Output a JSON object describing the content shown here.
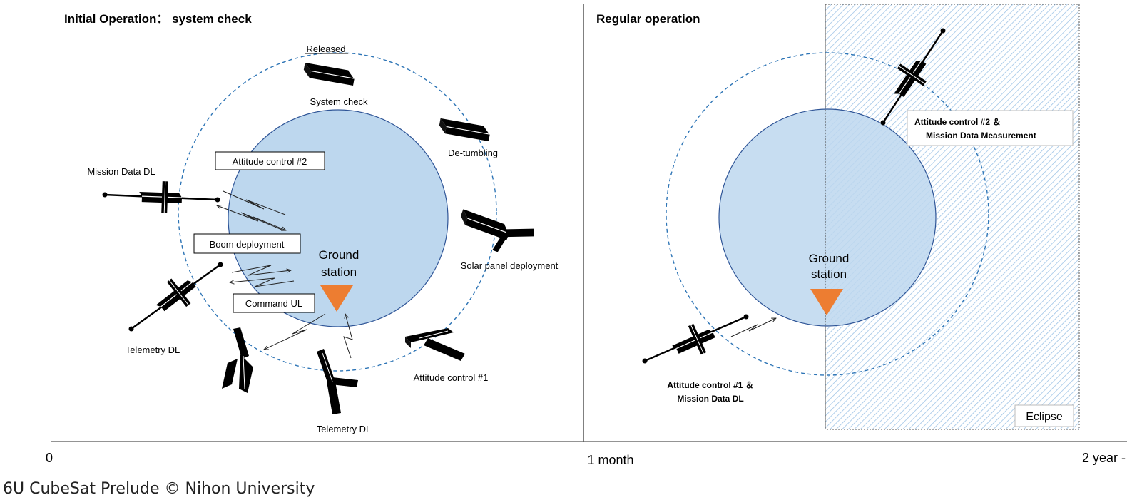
{
  "left_panel": {
    "title": "Initial Operation：  system check",
    "released": "Released",
    "ground_station": [
      "Ground",
      "station"
    ],
    "stages": [
      "System check",
      "De-tumbling",
      "Solar panel deployment",
      "Attitude control #1",
      "Telemetry DL",
      "Telemetry DL",
      "Mission Data DL"
    ],
    "boxes": [
      "Attitude control #2",
      "Boom deployment",
      "Command UL"
    ]
  },
  "right_panel": {
    "title": "Regular operation",
    "ground_station": [
      "Ground",
      "station"
    ],
    "label_top": [
      "Attitude control #2 ＆",
      "Mission Data Measurement"
    ],
    "label_bottom": [
      "Attitude control #1 ＆",
      "Mission Data DL"
    ],
    "eclipse": "Eclipse"
  },
  "timeline": {
    "start": "0",
    "middle": "1 month",
    "end": "2 year -"
  },
  "caption": "6U CubeSat Prelude © Nihon University",
  "colors": {
    "earth": "#bdd7ee",
    "earth_stroke": "#2f5597",
    "orbit": "#2e75b6",
    "ground_station": "#ed7d31",
    "eclipse_hatch": "#9dc3e6"
  },
  "icons": [
    "satellite-icon",
    "ground-station-triangle-icon",
    "radio-link-arrow-icon"
  ]
}
